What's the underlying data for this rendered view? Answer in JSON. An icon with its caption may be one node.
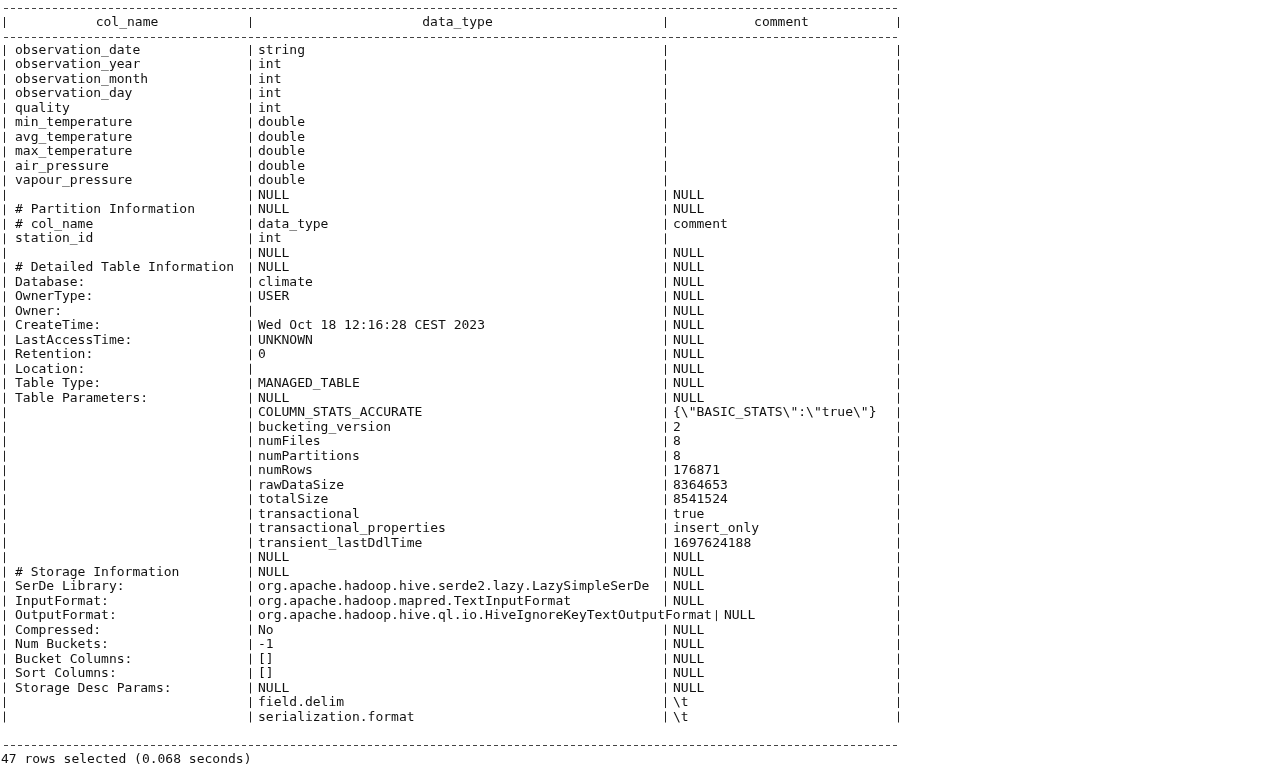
{
  "diagram": {
    "labels": [
      "col_name",
      "data_type",
      "comment",
      "observation_date",
      "string",
      "observation_year",
      "int",
      "observation_month",
      "int",
      "observation_day",
      "int",
      "quality",
      "int",
      "min_temperature",
      "double",
      "avg_temperature",
      "double",
      "max_temperature",
      "double",
      "air_pressure",
      "double",
      "vapour_pressure",
      "double",
      "NULL",
      "NULL",
      "# Partition Information",
      "NULL",
      "NULL",
      "# col_name",
      "data_type",
      "comment",
      "station_id",
      "int",
      "NULL",
      "NULL",
      "# Detailed Table Information",
      "NULL",
      "NULL",
      "Database:",
      "climate",
      "NULL",
      "OwnerType:",
      "USER",
      "NULL",
      "Owner:",
      "NULL",
      "CreateTime:",
      "Wed Oct 18 12:16:28 CEST 2023",
      "NULL",
      "LastAccessTime:",
      "UNKNOWN",
      "NULL",
      "Retention:",
      "0",
      "NULL",
      "Location:",
      "NULL",
      "Table Type:",
      "MANAGED_TABLE",
      "NULL",
      "Table Parameters:",
      "NULL",
      "NULL",
      "COLUMN_STATS_ACCURATE",
      "{\\\"BASIC_STATS\\\":\\\"true\\\"}",
      "bucketing_version",
      "2",
      "numFiles",
      "8",
      "numPartitions",
      "8",
      "numRows",
      "176871",
      "rawDataSize",
      "8364653",
      "totalSize",
      "8541524",
      "transactional",
      "true",
      "transactional_properties",
      "insert_only",
      "transient_lastDdlTime",
      "1697624188",
      "NULL",
      "NULL",
      "# Storage Information",
      "NULL",
      "NULL",
      "SerDe Library:",
      "org.apache.hadoop.hive.serde2.lazy.LazySimpleSerDe",
      "NULL",
      "InputFormat:",
      "org.apache.hadoop.mapred.TextInputFormat",
      "NULL",
      "OutputFormat:",
      "org.apache.hadoop.hive.ql.io.HiveIgnoreKeyTextOutputFormat",
      "NULL",
      "Compressed:",
      "No",
      "NULL",
      "Num Buckets:",
      "-1",
      "NULL",
      "Bucket Columns:",
      "[]",
      "NULL",
      "Sort Columns:",
      "[]",
      "NULL",
      "Storage Desc Params:",
      "NULL",
      "NULL",
      "field.delim",
      "\\t",
      "serialization.format",
      "\\t",
      "47 rows selected (0.068 seconds)"
    ]
  }
}
